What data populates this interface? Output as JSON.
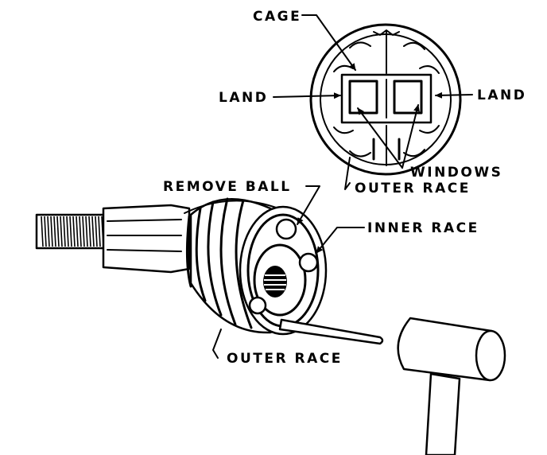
{
  "labels": {
    "cage": "CAGE",
    "land_left": "LAND",
    "land_right": "LAND",
    "windows": "WINDOWS",
    "outer_race_top": "OUTER RACE",
    "remove_ball": "REMOVE BALL",
    "inner_race": "INNER RACE",
    "outer_race_bottom": "OUTER RACE"
  }
}
